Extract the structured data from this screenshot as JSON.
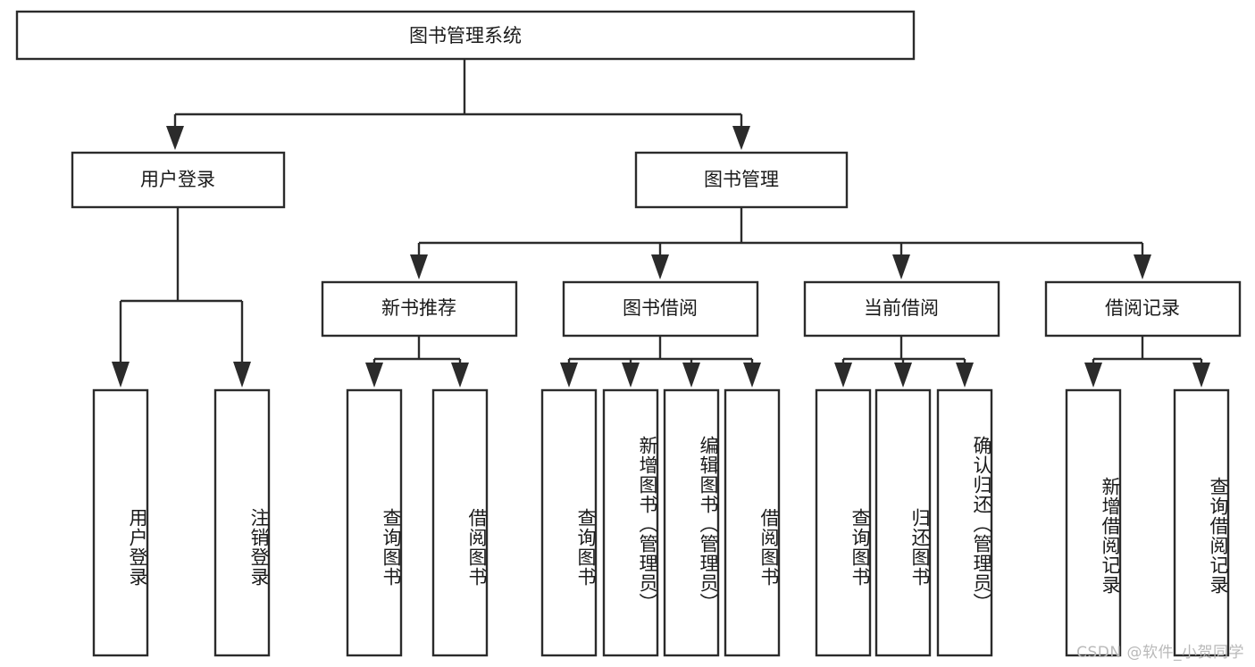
{
  "diagram": {
    "title": "图书管理系统",
    "type": "tree-hierarchy-functional-structure",
    "orientation": "top-down",
    "watermark": "CSDN @软件_小贺同学",
    "colors": {
      "box_stroke": "#2b2b2b",
      "box_fill": "#ffffff",
      "connector": "#2b2b2b",
      "text": "#1a1a1a",
      "background": "#ffffff",
      "watermark": "#b9b9b9"
    },
    "root": {
      "label": "图书管理系统"
    },
    "level2": [
      {
        "label": "用户登录"
      },
      {
        "label": "图书管理"
      }
    ],
    "level3": [
      {
        "label": "新书推荐"
      },
      {
        "label": "图书借阅"
      },
      {
        "label": "当前借阅"
      },
      {
        "label": "借阅记录"
      }
    ],
    "leaves": {
      "user_login": [
        {
          "label": "用户登录"
        },
        {
          "label": "注销登录"
        }
      ],
      "new_book_recommend": [
        {
          "label": "查询图书"
        },
        {
          "label": "借阅图书"
        }
      ],
      "book_borrow": [
        {
          "label": "查询图书"
        },
        {
          "label": "新增图书（管理员）"
        },
        {
          "label": "编辑图书（管理员）"
        },
        {
          "label": "借阅图书"
        }
      ],
      "current_borrow": [
        {
          "label": "查询图书"
        },
        {
          "label": "归还图书"
        },
        {
          "label": "确认归还（管理员）"
        }
      ],
      "borrow_record": [
        {
          "label": "新增借阅记录"
        },
        {
          "label": "查询借阅记录"
        }
      ]
    }
  }
}
